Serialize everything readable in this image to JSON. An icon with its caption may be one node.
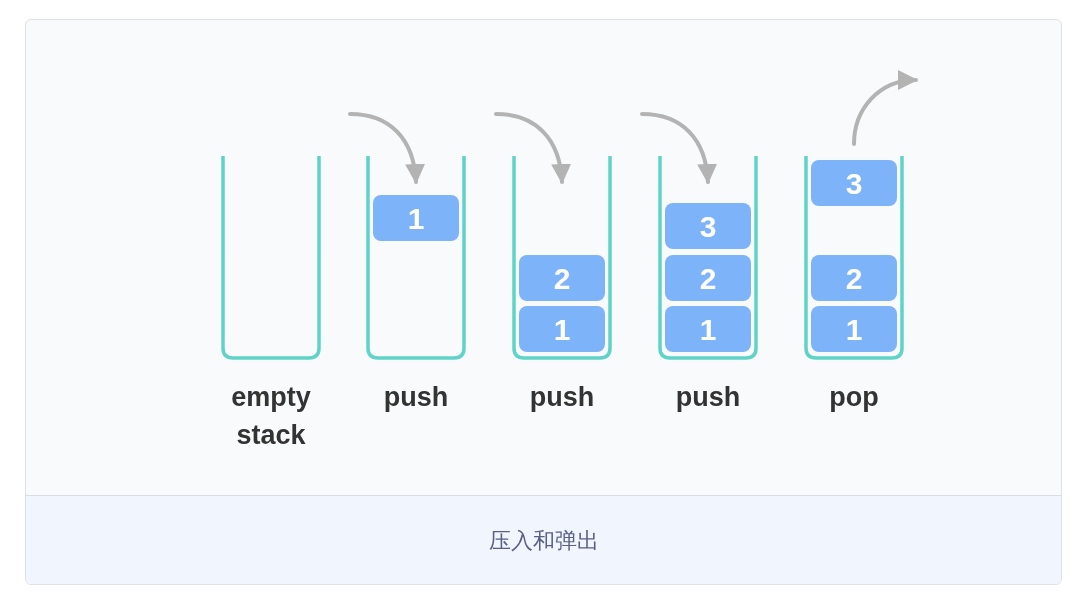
{
  "diagram": {
    "caption": "压入和弹出",
    "nodes": [
      {
        "text": [
          "empty stack"
        ]
      },
      {
        "text": [
          "push"
        ]
      },
      {
        "text": [
          "1"
        ],
        "in": 1
      },
      {
        "text": [
          "push"
        ]
      },
      {
        "text": [
          "2"
        ],
        "in": 3
      },
      {
        "text": [
          "1"
        ],
        "in": 3
      },
      {
        "text": [
          "push"
        ]
      },
      {
        "text": [
          "3"
        ],
        "in": 6
      },
      {
        "text": [
          "2"
        ],
        "in": 6
      },
      {
        "text": [
          "1"
        ],
        "in": 6
      },
      {
        "text": [
          "pop"
        ]
      },
      {
        "text": [
          "3"
        ],
        "in": 10
      },
      {
        "text": [
          "2"
        ],
        "in": 10
      },
      {
        "text": [
          "1"
        ],
        "in": 10
      }
    ],
    "edges": [
      {
        "from": null,
        "to": 1,
        "arrow": "to"
      },
      {
        "from": null,
        "to": 3,
        "arrow": "to"
      },
      {
        "from": null,
        "to": 6,
        "arrow": "to"
      },
      {
        "from": 10,
        "to": null,
        "arrow": "to"
      }
    ]
  }
}
